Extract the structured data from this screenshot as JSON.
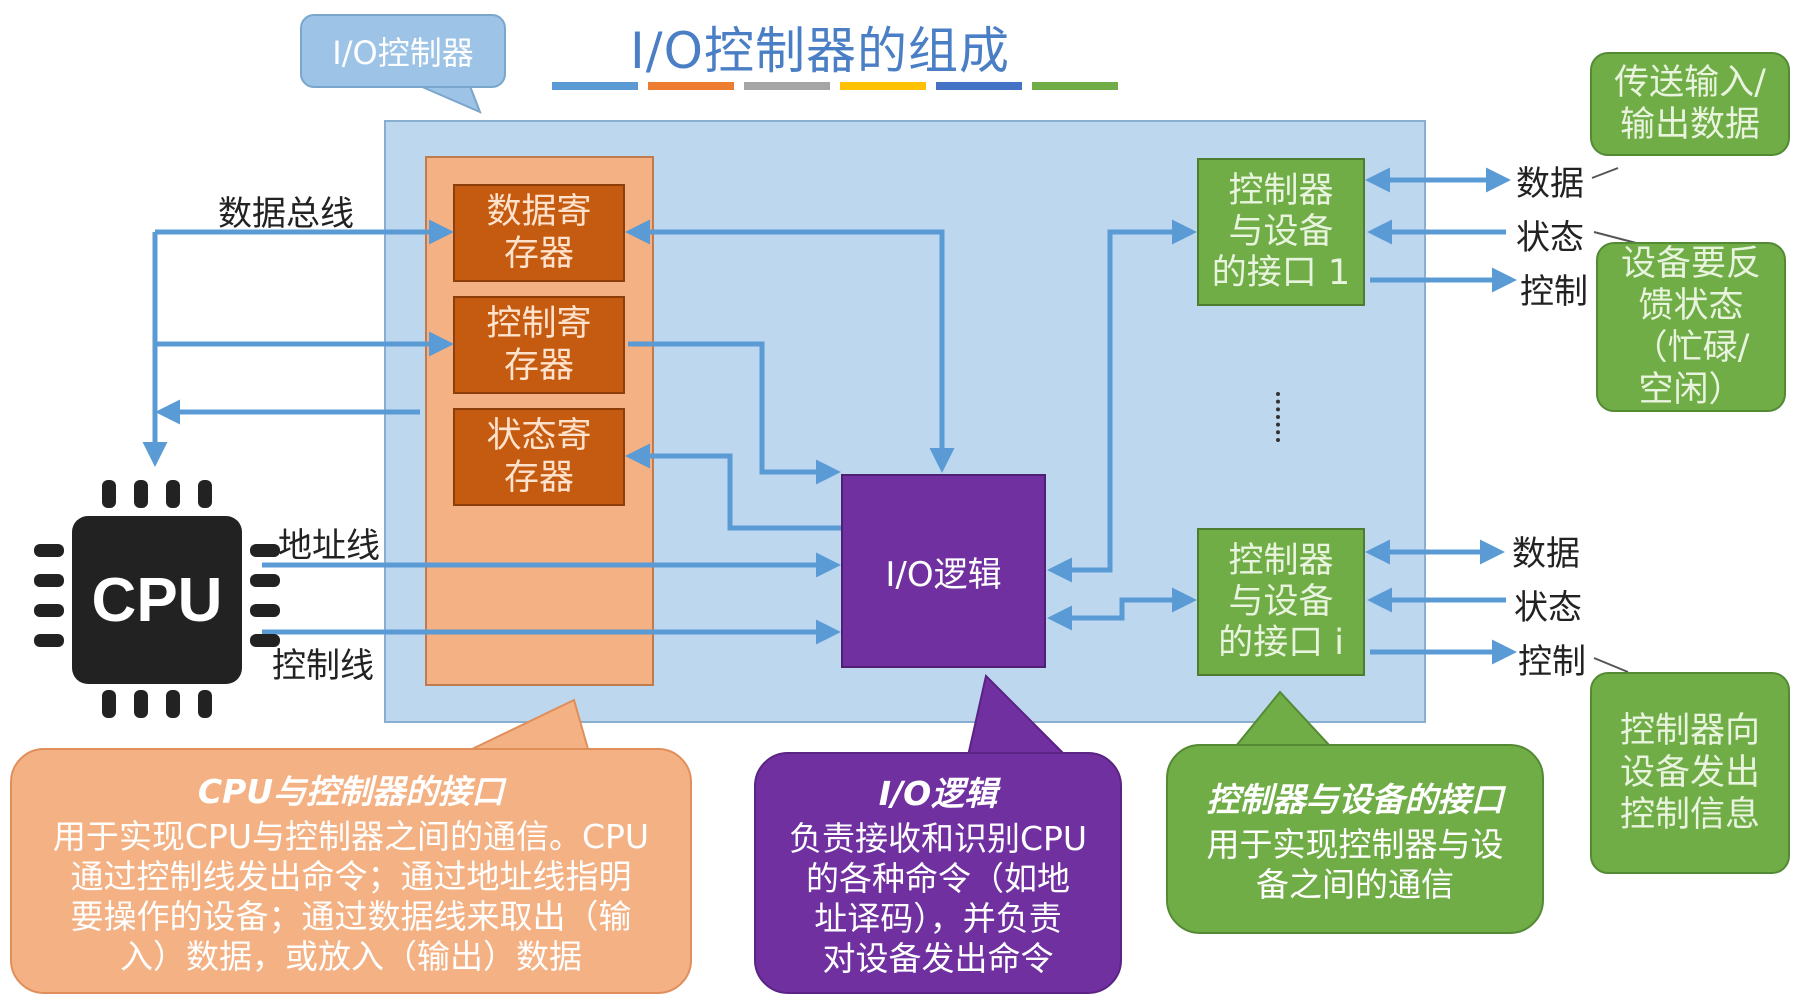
{
  "title": "I/O控制器的组成",
  "title_underline_colors": [
    "#5b9bd5",
    "#ed7d31",
    "#a5a5a5",
    "#ffc000",
    "#4472c4",
    "#70ad47"
  ],
  "colors": {
    "controller_box": "#bdd7ee",
    "cpu_interface": "#f4b183",
    "register": "#c55a11",
    "io_logic": "#7030a0",
    "device_interface": "#70ad47",
    "arrow": "#5b9bd5"
  },
  "callout_top": "I/O控制器",
  "registers": {
    "data": [
      "数据寄",
      "存器"
    ],
    "control": [
      "控制寄",
      "存器"
    ],
    "status": [
      "状态寄",
      "存器"
    ]
  },
  "io_logic_label": "I/O逻辑",
  "device_interfaces": {
    "first": [
      "控制器",
      "与设备",
      "的接口 1"
    ],
    "ith": [
      "控制器",
      "与设备",
      "的接口 i"
    ]
  },
  "bus_labels": {
    "data_bus": "数据总线",
    "address_line": "地址线",
    "control_line": "控制线"
  },
  "cpu_label": "CPU",
  "signal_labels_top": {
    "data": "数据",
    "status": "状态",
    "control": "控制"
  },
  "signal_labels_bottom": {
    "data": "数据",
    "status": "状态",
    "control": "控制"
  },
  "notes": {
    "transfer": [
      "传送输入/",
      "输出数据"
    ],
    "feedback": [
      "设备要反",
      "馈状态",
      "（忙碌/",
      "空闲）"
    ],
    "command": [
      "控制器向",
      "设备发出",
      "控制信息"
    ]
  },
  "callouts": {
    "cpu_interface": {
      "heading": "CPU与控制器的接口",
      "lines": [
        "用于实现CPU与控制器之间的通信。CPU",
        "通过控制线发出命令；通过地址线指明",
        "要操作的设备；通过数据线来取出（输",
        "入）数据，或放入（输出）数据"
      ]
    },
    "io_logic": {
      "heading": "I/O逻辑",
      "lines": [
        "负责接收和识别CPU",
        "的各种命令（如地",
        "址译码），并负责",
        "对设备发出命令"
      ]
    },
    "device_interface": {
      "heading": "控制器与设备的接口",
      "lines": [
        "用于实现控制器与设",
        "备之间的通信"
      ]
    }
  }
}
